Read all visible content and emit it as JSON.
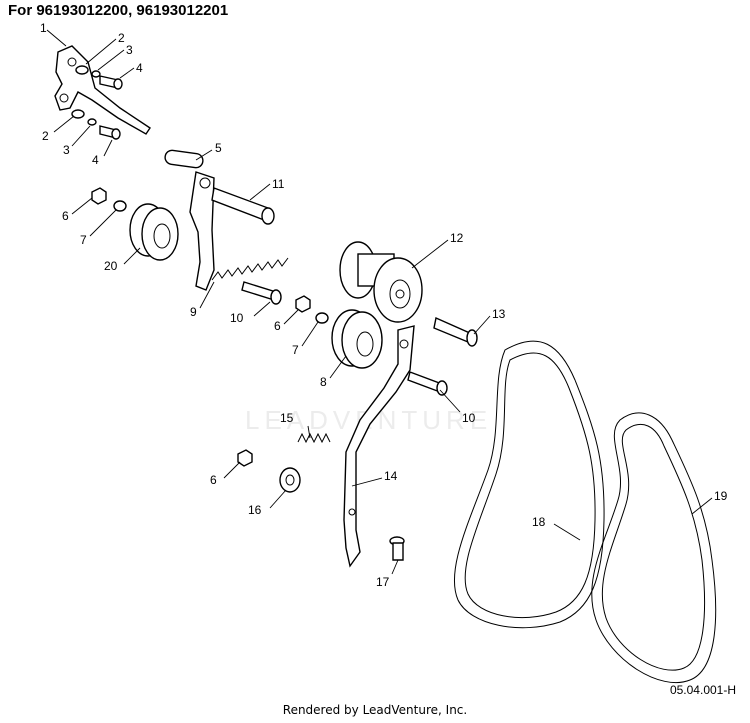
{
  "header": {
    "title": "For 96193012200, 96193012201"
  },
  "watermark": "LEADVENTURE",
  "footer": {
    "rendered_by": "Rendered by LeadVenture, Inc.",
    "diagram_code": "05.04.001-H"
  },
  "callouts": [
    {
      "id": "c1",
      "label": "1"
    },
    {
      "id": "c2a",
      "label": "2"
    },
    {
      "id": "c3a",
      "label": "3"
    },
    {
      "id": "c4a",
      "label": "4"
    },
    {
      "id": "c2b",
      "label": "2"
    },
    {
      "id": "c3b",
      "label": "3"
    },
    {
      "id": "c4b",
      "label": "4"
    },
    {
      "id": "c5",
      "label": "5"
    },
    {
      "id": "c11",
      "label": "11"
    },
    {
      "id": "c6a",
      "label": "6"
    },
    {
      "id": "c7a",
      "label": "7"
    },
    {
      "id": "c20",
      "label": "20"
    },
    {
      "id": "c9",
      "label": "9"
    },
    {
      "id": "c12",
      "label": "12"
    },
    {
      "id": "c10a",
      "label": "10"
    },
    {
      "id": "c6b",
      "label": "6"
    },
    {
      "id": "c7b",
      "label": "7"
    },
    {
      "id": "c8",
      "label": "8"
    },
    {
      "id": "c13",
      "label": "13"
    },
    {
      "id": "c10b",
      "label": "10"
    },
    {
      "id": "c15",
      "label": "15"
    },
    {
      "id": "c14",
      "label": "14"
    },
    {
      "id": "c6c",
      "label": "6"
    },
    {
      "id": "c16",
      "label": "16"
    },
    {
      "id": "c18",
      "label": "18"
    },
    {
      "id": "c19",
      "label": "19"
    },
    {
      "id": "c17",
      "label": "17"
    }
  ]
}
